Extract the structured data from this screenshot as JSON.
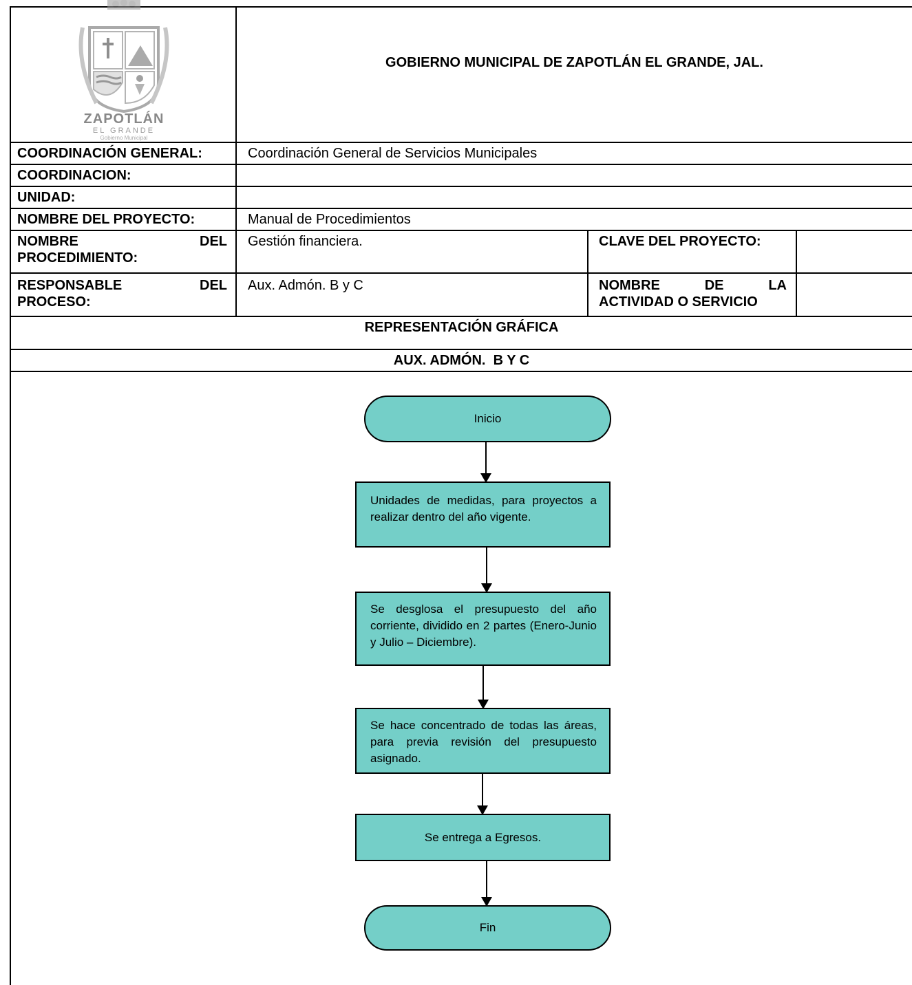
{
  "header": {
    "government_title": "GOBIERNO MUNICIPAL DE ZAPOTLÁN EL GRANDE, JAL.",
    "logo": {
      "name": "ZAPOTLÁN",
      "sub": "EL GRANDE",
      "tagline": "Gobierno Municipal"
    }
  },
  "fields": {
    "coordinacion_general": {
      "label": "COORDINACIÓN GENERAL:",
      "value": "Coordinación General de Servicios Municipales"
    },
    "coordinacion": {
      "label": "COORDINACION:",
      "value": ""
    },
    "unidad": {
      "label": "UNIDAD:",
      "value": ""
    },
    "nombre_proyecto": {
      "label": "NOMBRE DEL PROYECTO:",
      "value": "Manual de Procedimientos"
    },
    "nombre_procedimiento": {
      "label_a": "NOMBRE",
      "label_b": "DEL",
      "label_c": "PROCEDIMIENTO:",
      "value": "Gestión financiera."
    },
    "clave_proyecto": {
      "label": "CLAVE DEL PROYECTO:",
      "value": ""
    },
    "responsable": {
      "label_a": "RESPONSABLE",
      "label_b": "DEL",
      "label_c": "PROCESO:",
      "value": "Aux. Admón. B y C"
    },
    "actividad": {
      "label_a": "NOMBRE",
      "label_b": "DE",
      "label_c": "LA",
      "label_d": "ACTIVIDAD O SERVICIO",
      "value": ""
    }
  },
  "section_title": "REPRESENTACIÓN GRÁFICA",
  "lane_title": "AUX. ADMÓN.  B Y C",
  "flow": {
    "start": "Inicio",
    "steps": [
      "Unidades de medidas, para proyectos a realizar dentro del año vigente.",
      "Se desglosa el presupuesto del año corriente, dividido en 2 partes (Enero-Junio y Julio – Diciembre).",
      "Se hace concentrado de todas las áreas, para previa revisión del presupuesto asignado.",
      "Se entrega a Egresos."
    ],
    "end": "Fin"
  },
  "colors": {
    "shape_fill": "#74cfc8",
    "border": "#000000"
  }
}
